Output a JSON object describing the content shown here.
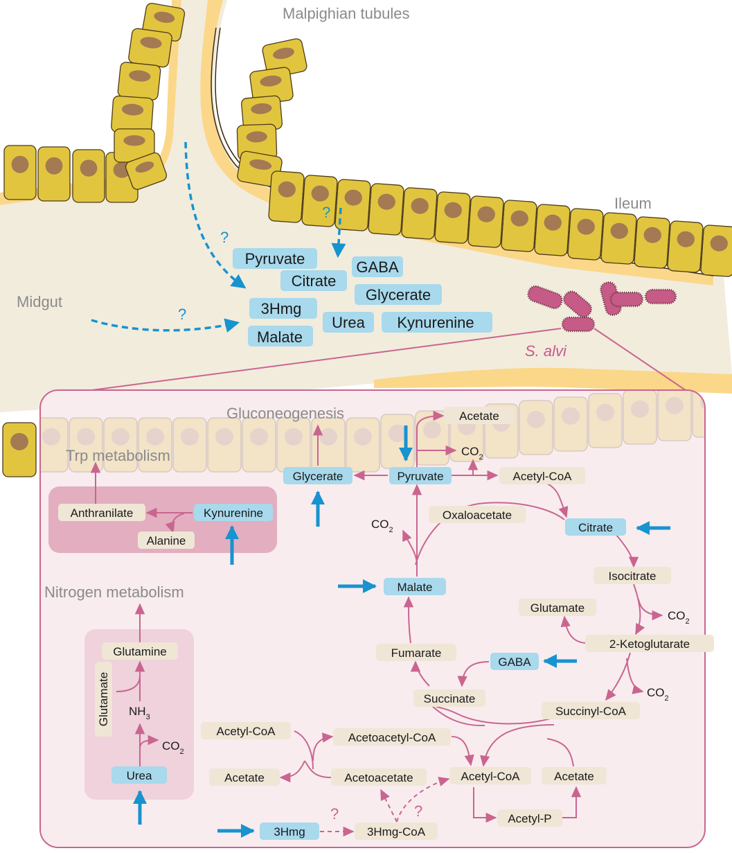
{
  "regions": {
    "malpighian": "Malpighian tubules",
    "ileum": "Ileum",
    "midgut": "Midgut",
    "bacterium": "S. alvi"
  },
  "lumen_metabolites": [
    "Pyruvate",
    "Citrate",
    "GABA",
    "Glycerate",
    "3Hmg",
    "Urea",
    "Kynurenine",
    "Malate"
  ],
  "question_mark": "?",
  "inset": {
    "sections": {
      "gluconeogenesis": "Gluconeogenesis",
      "trp": "Trp metabolism",
      "nitrogen": "Nitrogen metabolism"
    },
    "trp": {
      "anthranilate": "Anthranilate",
      "kynurenine": "Kynurenine",
      "alanine": "Alanine"
    },
    "nitrogen": {
      "glutamine": "Glutamine",
      "glutamate": "Glutamate",
      "nh3": "NH",
      "nh3_sub": "3",
      "co2": "CO",
      "co2_sub": "2",
      "urea": "Urea"
    },
    "central": {
      "acetate_top": "Acetate",
      "co2": "CO",
      "co2_sub": "2",
      "glycerate": "Glycerate",
      "pyruvate": "Pyruvate",
      "acetyl_coa_top": "Acetyl-CoA",
      "oxaloacetate": "Oxaloacetate",
      "citrate": "Citrate",
      "isocitrate": "Isocitrate",
      "glutamate": "Glutamate",
      "ketoglutarate": "2-Ketoglutarate",
      "malate": "Malate",
      "fumarate": "Fumarate",
      "gaba": "GABA",
      "succinate": "Succinate",
      "succinyl_coa": "Succinyl-CoA"
    },
    "bottom": {
      "acetyl_coa_left": "Acetyl-CoA",
      "acetoacetyl_coa": "Acetoacetyl-CoA",
      "acetate_left": "Acetate",
      "acetoacetate": "Acetoacetate",
      "acetyl_coa_mid": "Acetyl-CoA",
      "acetate_right": "Acetate",
      "acetyl_p": "Acetyl-P",
      "hmg": "3Hmg",
      "hmg_coa": "3Hmg-CoA"
    }
  },
  "colors": {
    "lumen": "#f2ecdd",
    "cell": "#e2c53e",
    "nucleus": "#a37a52",
    "cell_border": "#4a3a1a",
    "basal": "#fbd78a",
    "inset_bg": "#f8ecef",
    "inset_border": "#c9658f",
    "pink_arrow": "#c9658f",
    "blue_arrow": "#1793cf",
    "blue_box": "#a8d9ec",
    "beige_box": "#efe6d6",
    "trp_box": "#e2aec0",
    "nitrogen_box": "#efd2dc",
    "bacterium": "#c55b86"
  }
}
